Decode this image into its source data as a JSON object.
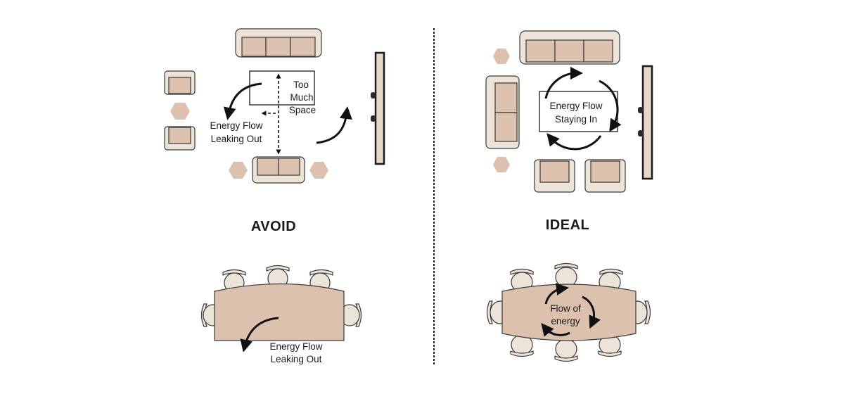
{
  "panels": {
    "avoid": {
      "heading": "AVOID",
      "living_room_labels": {
        "space_note": [
          "Too",
          "Much",
          "Space"
        ],
        "leak_note": [
          "Energy Flow",
          "Leaking Out"
        ]
      },
      "dining_labels": {
        "leak_note": [
          "Energy Flow",
          "Leaking Out"
        ]
      }
    },
    "ideal": {
      "heading": "IDEAL",
      "living_room_labels": {
        "flow_note": [
          "Energy Flow",
          "Staying In"
        ]
      },
      "dining_labels": {
        "flow_note": [
          "Flow of",
          "energy"
        ]
      }
    }
  },
  "colors": {
    "upholstery_tan": "#dcc1ae",
    "frame_cream": "#ece4d8",
    "wall_fill": "#e6d6c8",
    "ink": "#1a1a1a"
  }
}
